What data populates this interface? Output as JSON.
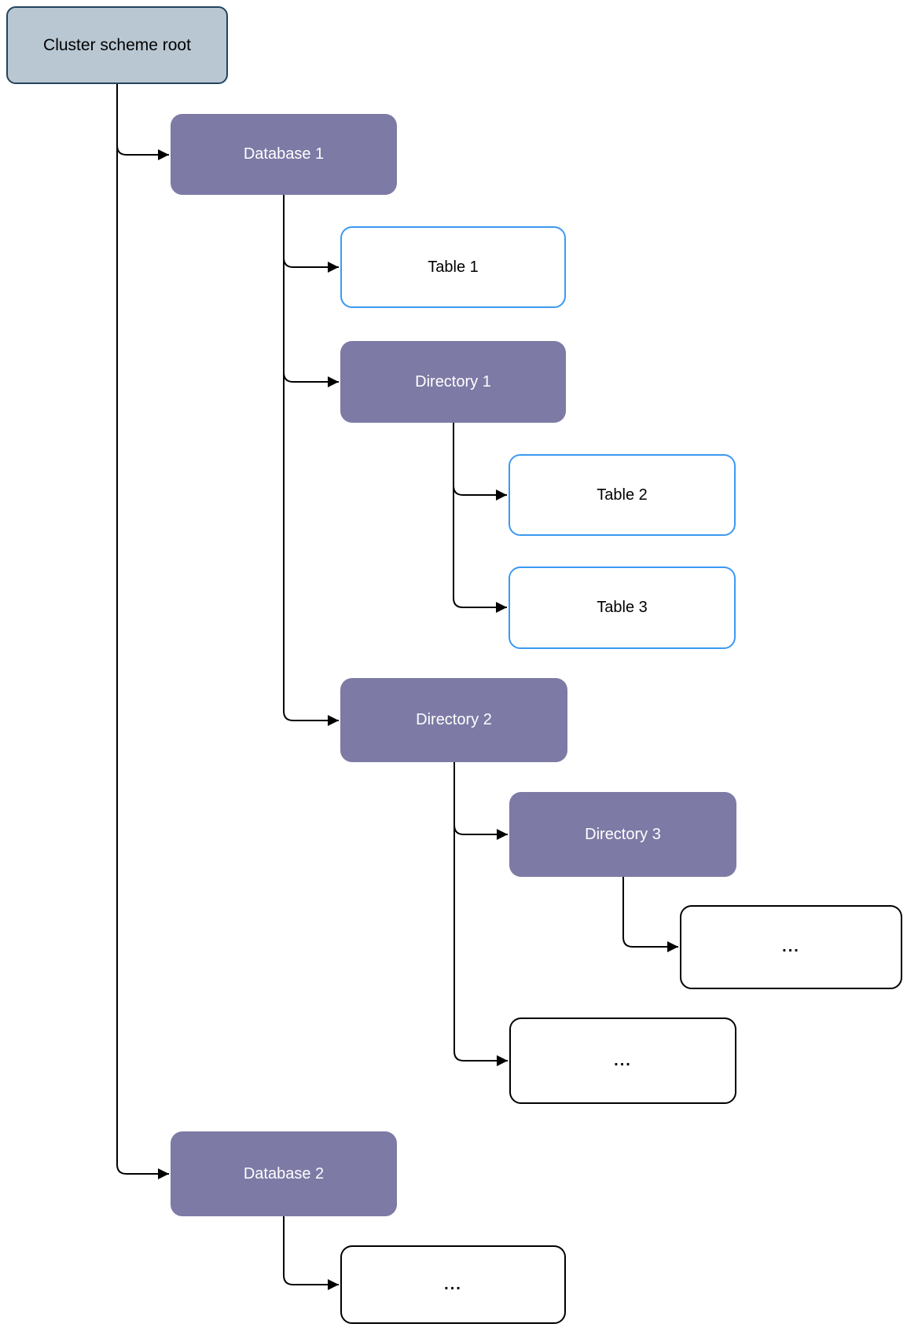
{
  "diagram": {
    "kind": "tree",
    "root_label": "Cluster scheme root"
  },
  "nodes": [
    {
      "id": "root",
      "label": "Cluster scheme root",
      "type": "root"
    },
    {
      "id": "database1",
      "label": "Database 1",
      "type": "container"
    },
    {
      "id": "table1",
      "label": "Table 1",
      "type": "table"
    },
    {
      "id": "directory1",
      "label": "Directory 1",
      "type": "container"
    },
    {
      "id": "table2",
      "label": "Table 2",
      "type": "table"
    },
    {
      "id": "table3",
      "label": "Table 3",
      "type": "table"
    },
    {
      "id": "directory2",
      "label": "Directory 2",
      "type": "container"
    },
    {
      "id": "directory3",
      "label": "Directory 3",
      "type": "container"
    },
    {
      "id": "ellipsis-under-directory3",
      "label": "...",
      "type": "placeholder"
    },
    {
      "id": "ellipsis-under-directory2",
      "label": "...",
      "type": "placeholder"
    },
    {
      "id": "database2",
      "label": "Database 2",
      "type": "container"
    },
    {
      "id": "ellipsis-under-database2",
      "label": "...",
      "type": "placeholder"
    }
  ],
  "edges": [
    {
      "from": "root",
      "to": "database1"
    },
    {
      "from": "root",
      "to": "database2"
    },
    {
      "from": "database1",
      "to": "table1"
    },
    {
      "from": "database1",
      "to": "directory1"
    },
    {
      "from": "database1",
      "to": "directory2"
    },
    {
      "from": "directory1",
      "to": "table2"
    },
    {
      "from": "directory1",
      "to": "table3"
    },
    {
      "from": "directory2",
      "to": "directory3"
    },
    {
      "from": "directory2",
      "to": "ellipsis-under-directory2"
    },
    {
      "from": "directory3",
      "to": "ellipsis-under-directory3"
    },
    {
      "from": "database2",
      "to": "ellipsis-under-database2"
    }
  ],
  "colors": {
    "root_fill": "#b9c7d2",
    "root_border": "#23445d",
    "container_fill": "#7d7aa5",
    "container_text": "#ffffff",
    "table_border": "#3b99f2",
    "placeholder_border": "#000000",
    "connector": "#000000",
    "text": "#000000",
    "background": "#ffffff"
  }
}
